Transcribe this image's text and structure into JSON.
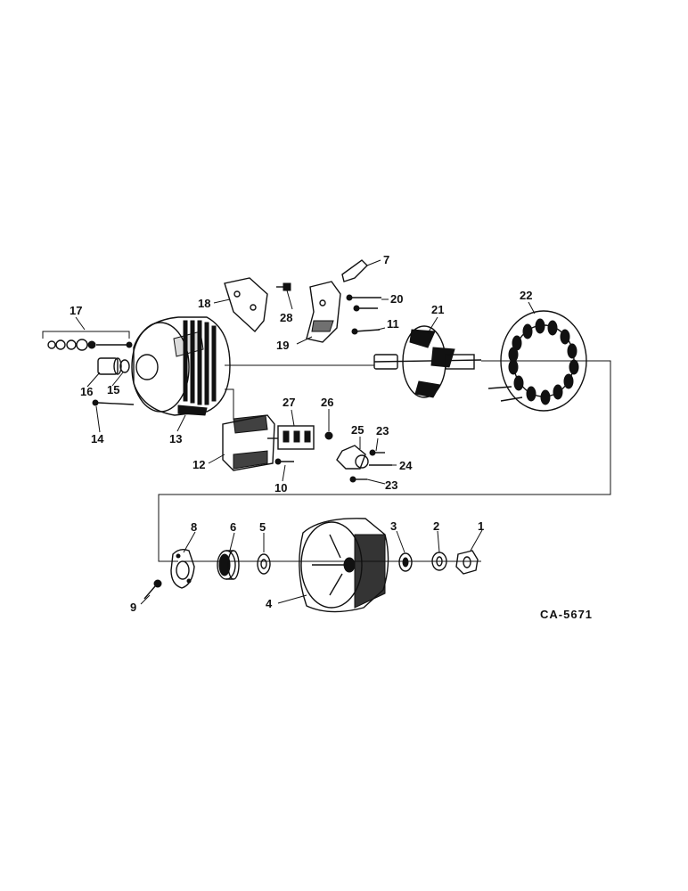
{
  "diagram": {
    "reference_code": "CA-5671",
    "callouts": [
      "1",
      "2",
      "3",
      "4",
      "5",
      "6",
      "7",
      "8",
      "9",
      "10",
      "11",
      "12",
      "13",
      "14",
      "15",
      "16",
      "17",
      "18",
      "19",
      "20",
      "21",
      "22",
      "23",
      "24",
      "25",
      "26",
      "27",
      "28"
    ],
    "callout_23_second": "23"
  }
}
